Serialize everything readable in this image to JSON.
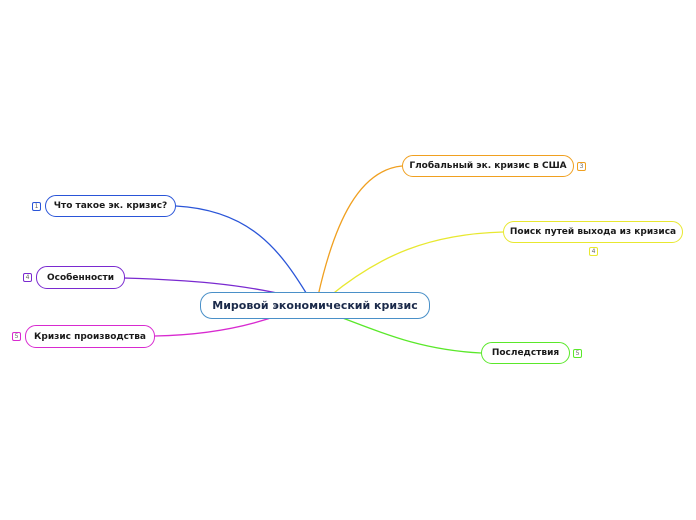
{
  "root": {
    "label": "Мировой экономический кризис",
    "color": "#4a90c8"
  },
  "branches": [
    {
      "id": "what-is-crisis",
      "label": "Что такое эк. кризис?",
      "badge": "1",
      "color": "#2a55d8"
    },
    {
      "id": "features",
      "label": "Особенности",
      "badge": "4",
      "color": "#7a2ad0"
    },
    {
      "id": "production-crisis",
      "label": "Кризис производства",
      "badge": "5",
      "color": "#d82ad0"
    },
    {
      "id": "global-crisis-usa",
      "label": "Глобальный эк. кризис в США",
      "badge": "3",
      "color": "#f0a020"
    },
    {
      "id": "search-ways-out",
      "label": "Поиск путей выхода из кризиса",
      "badge": "4",
      "color": "#e8e830"
    },
    {
      "id": "consequences",
      "label": "Последствия",
      "badge": "5",
      "color": "#5ae82a"
    }
  ]
}
